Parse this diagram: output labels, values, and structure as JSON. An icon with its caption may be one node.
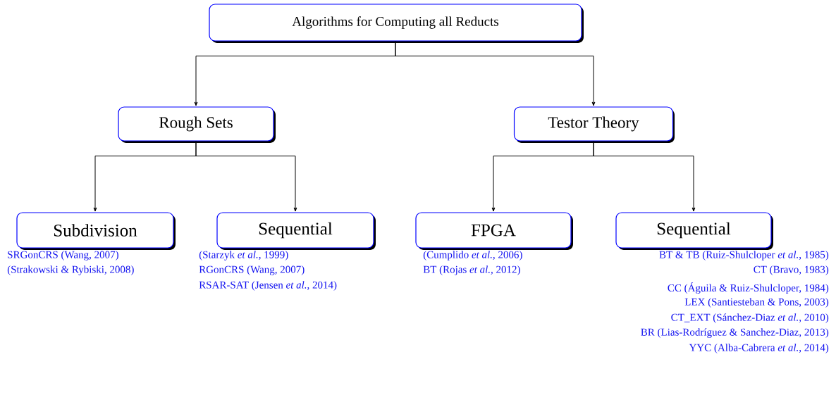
{
  "diagram": {
    "nodes": [
      {
        "text": [
          "Algorithms for Computing all Reducts"
        ]
      },
      {
        "text": [
          "Rough Sets"
        ]
      },
      {
        "text": [
          "Testor Theory"
        ]
      },
      {
        "text": [
          "Subdivision"
        ],
        "beside": [
          "SRGonCRS (Wang, 2007)",
          "(Strakowski & Rybiski, 2008)"
        ]
      },
      {
        "text": [
          "Sequential"
        ],
        "beside": [
          "(Starzyk *et al.*, 1999)",
          "RGonCRS (Wang, 2007)",
          "RSAR-SAT (Jensen *et al.*, 2014)"
        ]
      },
      {
        "text": [
          "FPGA"
        ],
        "beside": [
          "(Cumplido *et al.*, 2006)",
          "BT (Rojas *et al.*, 2012)"
        ]
      },
      {
        "text": [
          "Sequential"
        ],
        "beside": [
          "BT & TB (Ruiz-Shulcloper *et al.*, 1985)",
          "CT (Bravo, 1983)",
          "CC (Águila & Ruiz-Shulcloper, 1984)",
          "LEX (Santiesteban & Pons, 2003)",
          "CT_EXT (Sánchez-Diaz *et al.*, 2010)",
          "BR (Lias-Rodríguez & Sanchez-Diaz, 2013)",
          "YYC (Alba-Cabrera *et al.*, 2014)"
        ]
      }
    ],
    "edges": [
      {
        "from": 0,
        "to": 1,
        "arrow": "to"
      },
      {
        "from": 0,
        "to": 2,
        "arrow": "to"
      },
      {
        "from": 1,
        "to": 3,
        "arrow": "to"
      },
      {
        "from": 1,
        "to": 4,
        "arrow": "to"
      },
      {
        "from": 2,
        "to": 5,
        "arrow": "to"
      },
      {
        "from": 2,
        "to": 6,
        "arrow": "to"
      }
    ]
  }
}
